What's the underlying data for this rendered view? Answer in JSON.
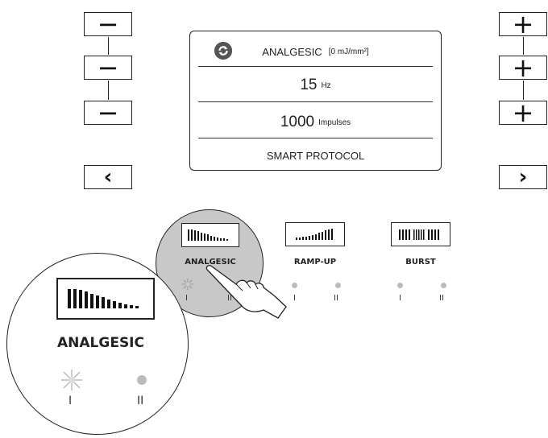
{
  "left_controls": {
    "minus_label": "−",
    "prev_label": "‹"
  },
  "right_controls": {
    "plus_label": "+",
    "next_label": "›"
  },
  "display": {
    "mode": "ANALGESIC",
    "energy": "[0 mJ/mm²]",
    "frequency_value": "15",
    "frequency_unit": "Hz",
    "impulses_value": "1000",
    "impulses_unit": "Impulses",
    "protocol": "SMART PROTOCOL"
  },
  "modes": [
    {
      "label": "ANALGESIC",
      "selected": true
    },
    {
      "label": "RAMP-UP",
      "selected": false
    },
    {
      "label": "BURST",
      "selected": false
    }
  ],
  "level_labels": [
    "I",
    "II"
  ],
  "zoom": {
    "label": "ANALGESIC",
    "level_labels": [
      "I",
      "II"
    ]
  },
  "colors": {
    "outline": "#222222",
    "selected_mode_fill": "#c8c8c8",
    "inactive_dot": "#bbbbbb"
  }
}
